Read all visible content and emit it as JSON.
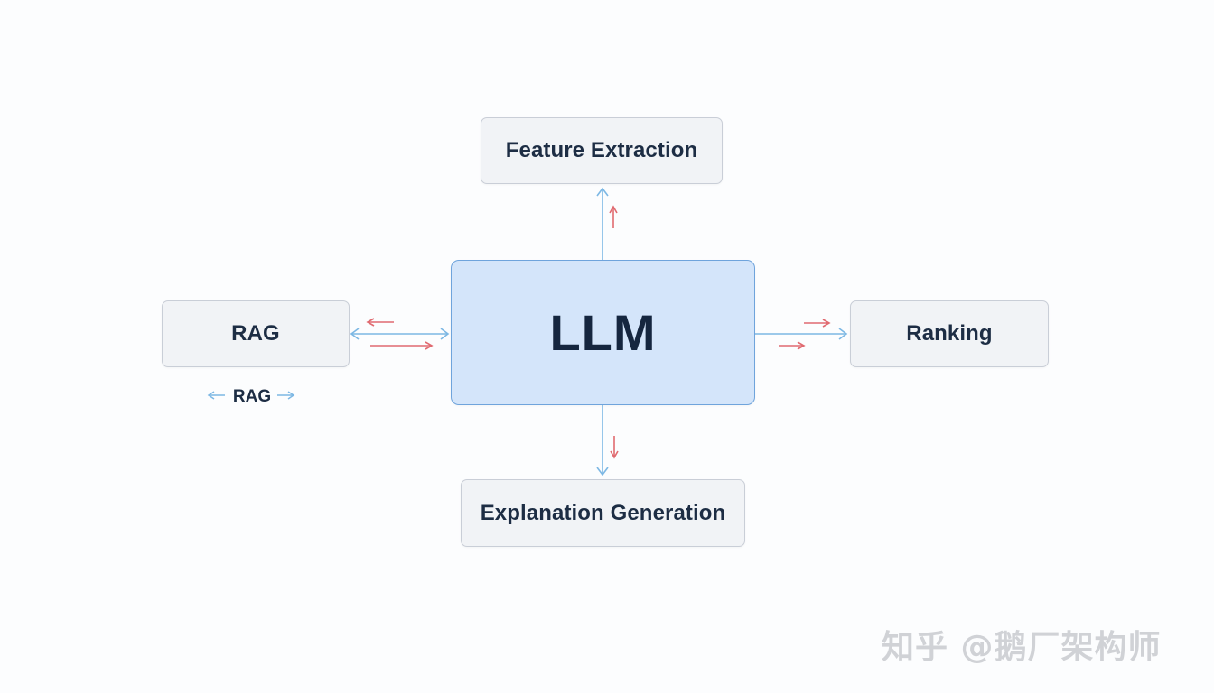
{
  "nodes": {
    "feature_extraction": "Feature Extraction",
    "rag": "RAG",
    "llm": "LLM",
    "ranking": "Ranking",
    "explanation_generation": "Explanation Generation"
  },
  "captions": {
    "rag_below": "RAG"
  },
  "watermark": "知乎 @鹅厂架构师",
  "colors": {
    "llm_fill": "#d4e5fa",
    "llm_border": "#6fa4dc",
    "node_fill": "#f1f3f6",
    "node_border": "#c9ced7",
    "text": "#1d2d44",
    "blue_arrow": "#7db8e4",
    "red_arrow": "#e06a70"
  }
}
